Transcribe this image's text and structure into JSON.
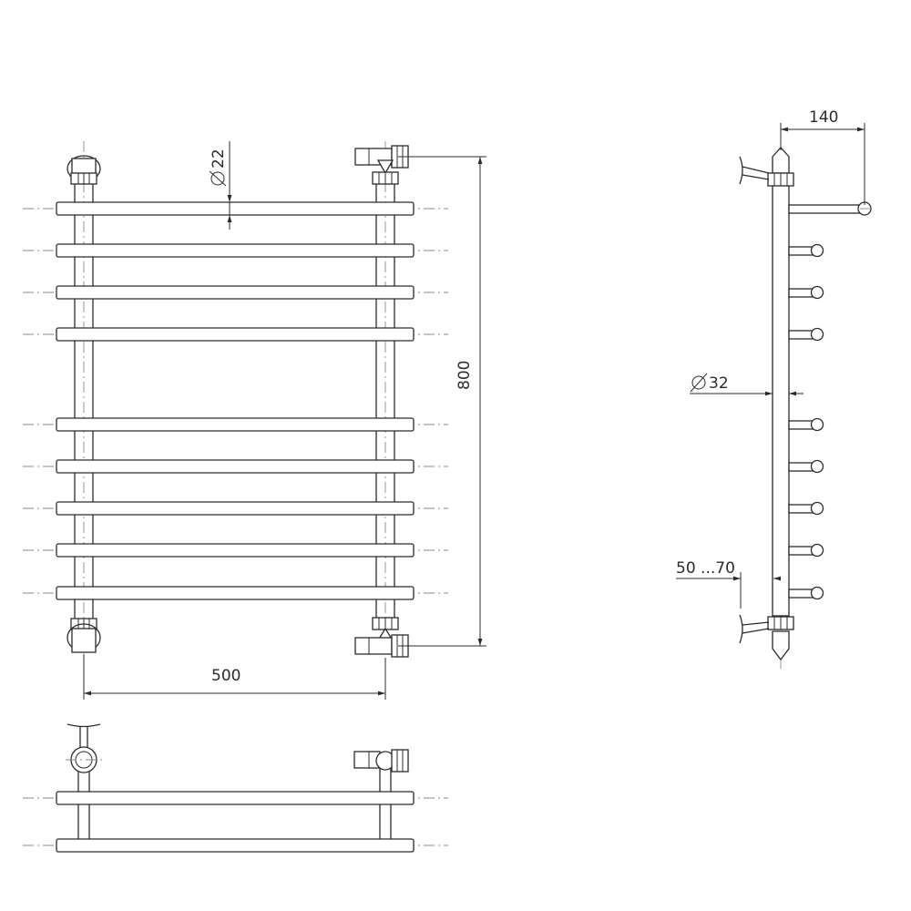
{
  "dimensions": {
    "width": "500",
    "height": "800",
    "rail_diameter": "22",
    "pipe_diameter": "32",
    "depth": "140",
    "wall_gap": "50 ...70"
  }
}
